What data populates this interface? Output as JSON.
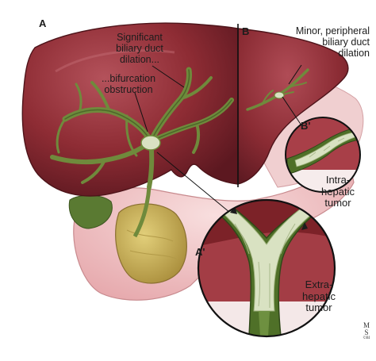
{
  "panels": {
    "a": "A",
    "b": "B",
    "a_prime": "A'",
    "b_prime": "B'"
  },
  "labels": {
    "significant_dilation": [
      "Significant",
      "biliary duct",
      "dilation..."
    ],
    "bifurcation_obstruction": [
      "...bifurcation",
      "obstruction"
    ],
    "minor_dilation": [
      "Minor, peripheral",
      "biliary duct",
      "dilation"
    ],
    "intrahepatic_tumor": [
      "Intra-",
      "hepatic",
      "tumor"
    ],
    "extrahepatic_tumor": [
      "Extra-",
      "hepatic",
      "tumor"
    ]
  },
  "signature": {
    "initials": [
      "M",
      "S"
    ],
    "mark": "©BI"
  },
  "colors": {
    "liver": "#8e2c34",
    "liver_dark": "#5e1a22",
    "liver_highlight": "#b25058",
    "duct": "#6f8a3c",
    "duct_dark": "#3f5a22",
    "tumor": "#d9e2c2",
    "gallbladder": "#c8b05a",
    "pancreas_pink": "#eec0c2"
  }
}
